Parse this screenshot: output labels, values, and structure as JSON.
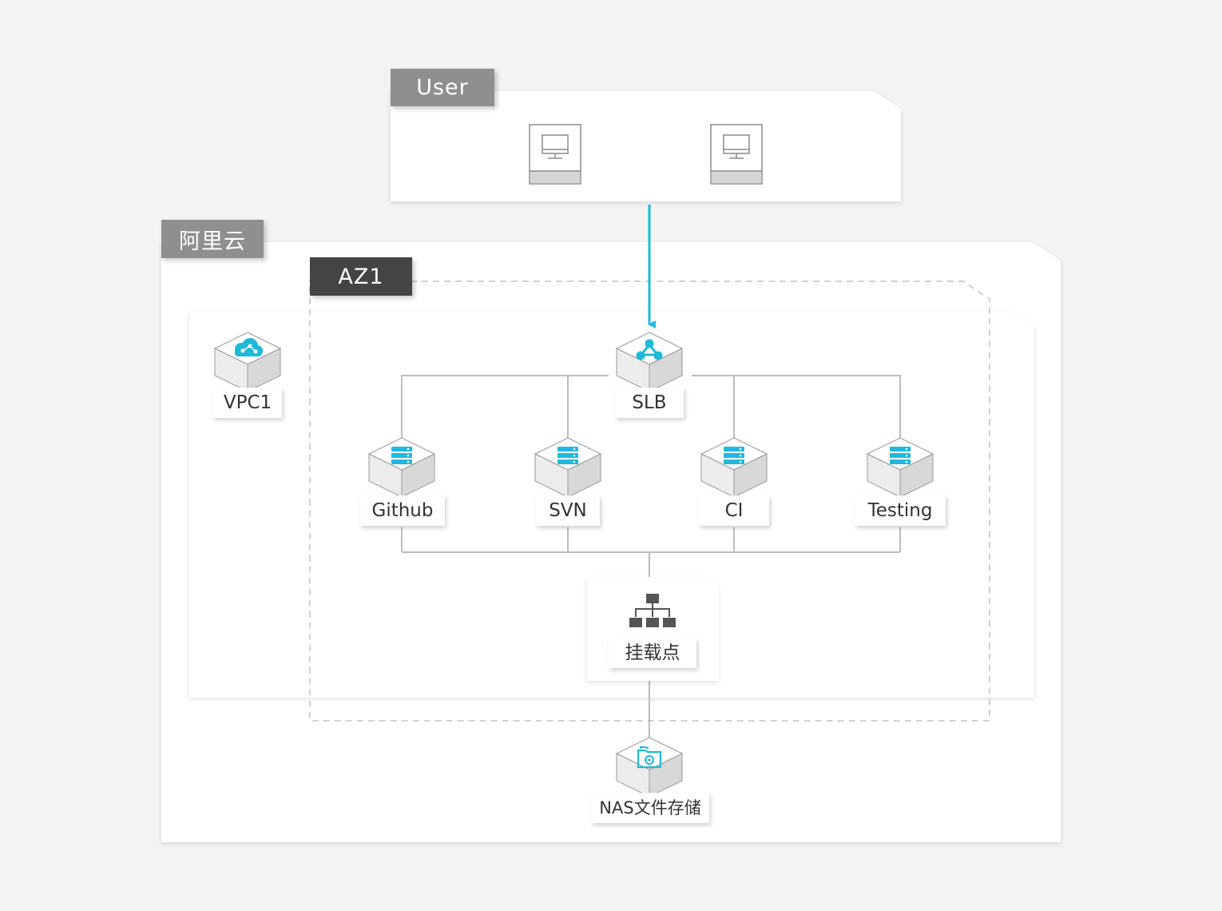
{
  "groups": {
    "user": "User",
    "cloud": "阿里云",
    "zone": "AZ1"
  },
  "nodes": {
    "vpc": "VPC1",
    "slb": "SLB",
    "servers": [
      "Github",
      "SVN",
      "CI",
      "Testing"
    ],
    "mount": "挂载点",
    "nas": "NAS文件存储"
  },
  "colors": {
    "background": "#f3f3f3",
    "accent": "#1fb9d9",
    "tag_gray": "#8f8f8f",
    "tag_dark": "#444444",
    "connector": "#bdbdbd"
  },
  "icons": {
    "terminal": "desktop-monitor-icon",
    "vpc": "cloud-network-icon",
    "slb": "load-balancer-icon",
    "server": "server-rack-icon",
    "mount": "hierarchy-icon",
    "nas": "folder-storage-icon"
  }
}
